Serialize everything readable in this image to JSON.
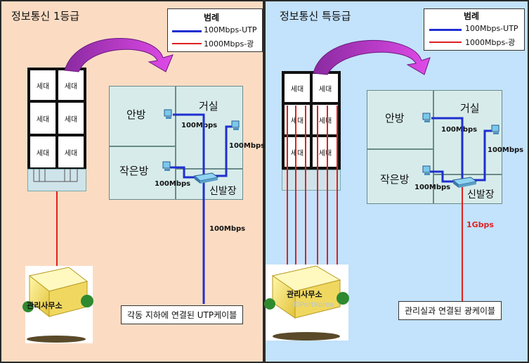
{
  "left": {
    "title": "정보통신 1등급",
    "legend": {
      "title": "범례",
      "utp": "100Mbps-UTP",
      "fiber": "1000Mbps-광"
    },
    "units": [
      "세대",
      "세대",
      "세대",
      "세대",
      "세대",
      "세대"
    ],
    "rooms": {
      "anbang": "안방",
      "geosil": "거실",
      "jageunbang": "작은방",
      "sinbaljang": "신발장"
    },
    "speeds": {
      "s1": "100Mbps",
      "s2": "100Mbps",
      "s3": "100Mbps",
      "s4": "100Mbps"
    },
    "office": "관리사무소",
    "caption": "각동 지하에 연결된 UTP케이블"
  },
  "right": {
    "title": "정보통신 특등급",
    "legend": {
      "title": "범례",
      "utp": "100Mbps-UTP",
      "fiber": "1000Mbps-광"
    },
    "units": [
      "세대",
      "세대",
      "세대",
      "세대",
      "세대",
      "세대"
    ],
    "rooms": {
      "anbang": "안방",
      "geosil": "거실",
      "jageunbang": "작은방",
      "sinbaljang": "신발장"
    },
    "speeds": {
      "s1": "100Mbps",
      "s2": "100Mbps",
      "s3": "100Mbps"
    },
    "gbps": "1Gbps",
    "office": "관리사무소",
    "watermark": "ElPortKorea",
    "caption": "관리실과 연결된 광케이블"
  },
  "colors": {
    "utp": "#1f2fd0",
    "fiber": "#e02020",
    "arrow": "#d23ad6",
    "left_bg": "#fbdcc3",
    "right_bg": "#c3e2fb"
  }
}
